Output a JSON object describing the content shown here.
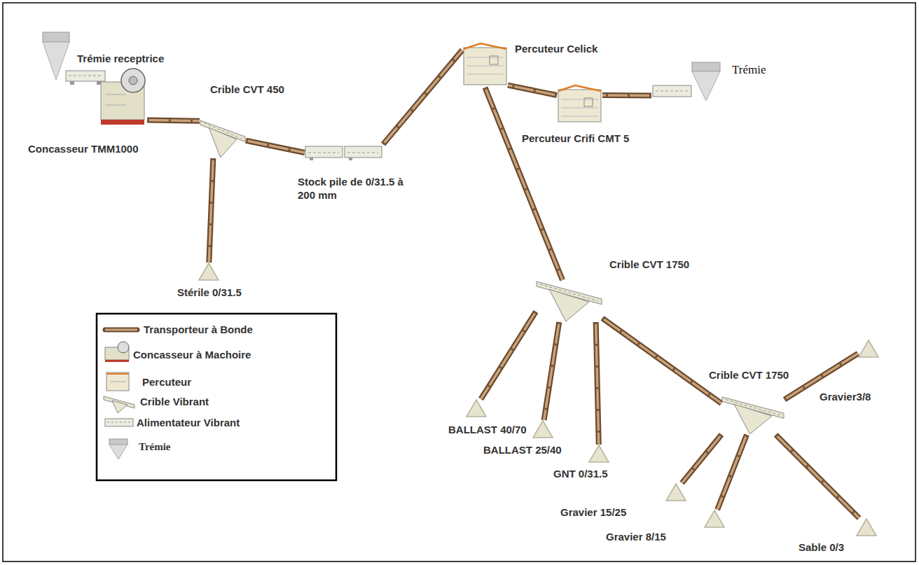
{
  "diagram": {
    "nodes": [
      {
        "text": [
          "Trémie receptrice"
        ]
      },
      {
        "text": [
          "Concasseur TMM1000"
        ]
      },
      {
        "text": [
          "Crible CVT 450"
        ]
      },
      {
        "text": [
          "Stérile 0/31.5"
        ]
      },
      {
        "text": [
          "Stock pile de 0/31.5 à 200 mm"
        ]
      },
      {
        "text": [
          "Percuteur Celick"
        ]
      },
      {
        "text": [
          "Percuteur Crifi CMT 5"
        ]
      },
      {
        "text": [
          "Trémie"
        ]
      },
      {
        "text": [
          "Crible CVT 1750"
        ]
      },
      {
        "text": [
          "BALLAST 40/70"
        ]
      },
      {
        "text": [
          "BALLAST 25/40"
        ]
      },
      {
        "text": [
          "GNT 0/31.5"
        ]
      },
      {
        "text": [
          "Crible CVT 1750"
        ]
      },
      {
        "text": [
          "Gravier3/8"
        ]
      },
      {
        "text": [
          "Gravier 15/25"
        ]
      },
      {
        "text": [
          "Gravier 8/15"
        ]
      },
      {
        "text": [
          "Sable 0/3"
        ]
      }
    ],
    "edges": [
      {
        "from": 1,
        "to": 2,
        "arrow": "none"
      },
      {
        "from": 2,
        "to": 3,
        "arrow": "none"
      },
      {
        "from": 2,
        "to": 4,
        "arrow": "none"
      },
      {
        "from": 4,
        "to": 5,
        "arrow": "none"
      },
      {
        "from": 7,
        "to": 6,
        "arrow": "none"
      },
      {
        "from": 6,
        "to": 5,
        "arrow": "none"
      },
      {
        "from": 5,
        "to": 8,
        "arrow": "none"
      },
      {
        "from": 8,
        "to": 9,
        "arrow": "none"
      },
      {
        "from": 8,
        "to": 10,
        "arrow": "none"
      },
      {
        "from": 8,
        "to": 11,
        "arrow": "none"
      },
      {
        "from": 8,
        "to": 12,
        "arrow": "none"
      },
      {
        "from": 12,
        "to": 13,
        "arrow": "none"
      },
      {
        "from": 12,
        "to": 14,
        "arrow": "none"
      },
      {
        "from": 12,
        "to": 15,
        "arrow": "none"
      },
      {
        "from": 12,
        "to": 16,
        "arrow": "none"
      }
    ],
    "legend": [
      {
        "text": "Transporteur à Bonde"
      },
      {
        "text": "Concasseur à Machoire"
      },
      {
        "text": "Percuteur"
      },
      {
        "text": "Crible  Vibrant"
      },
      {
        "text": "Alimentateur Vibrant"
      },
      {
        "text": "Trémie"
      }
    ]
  }
}
